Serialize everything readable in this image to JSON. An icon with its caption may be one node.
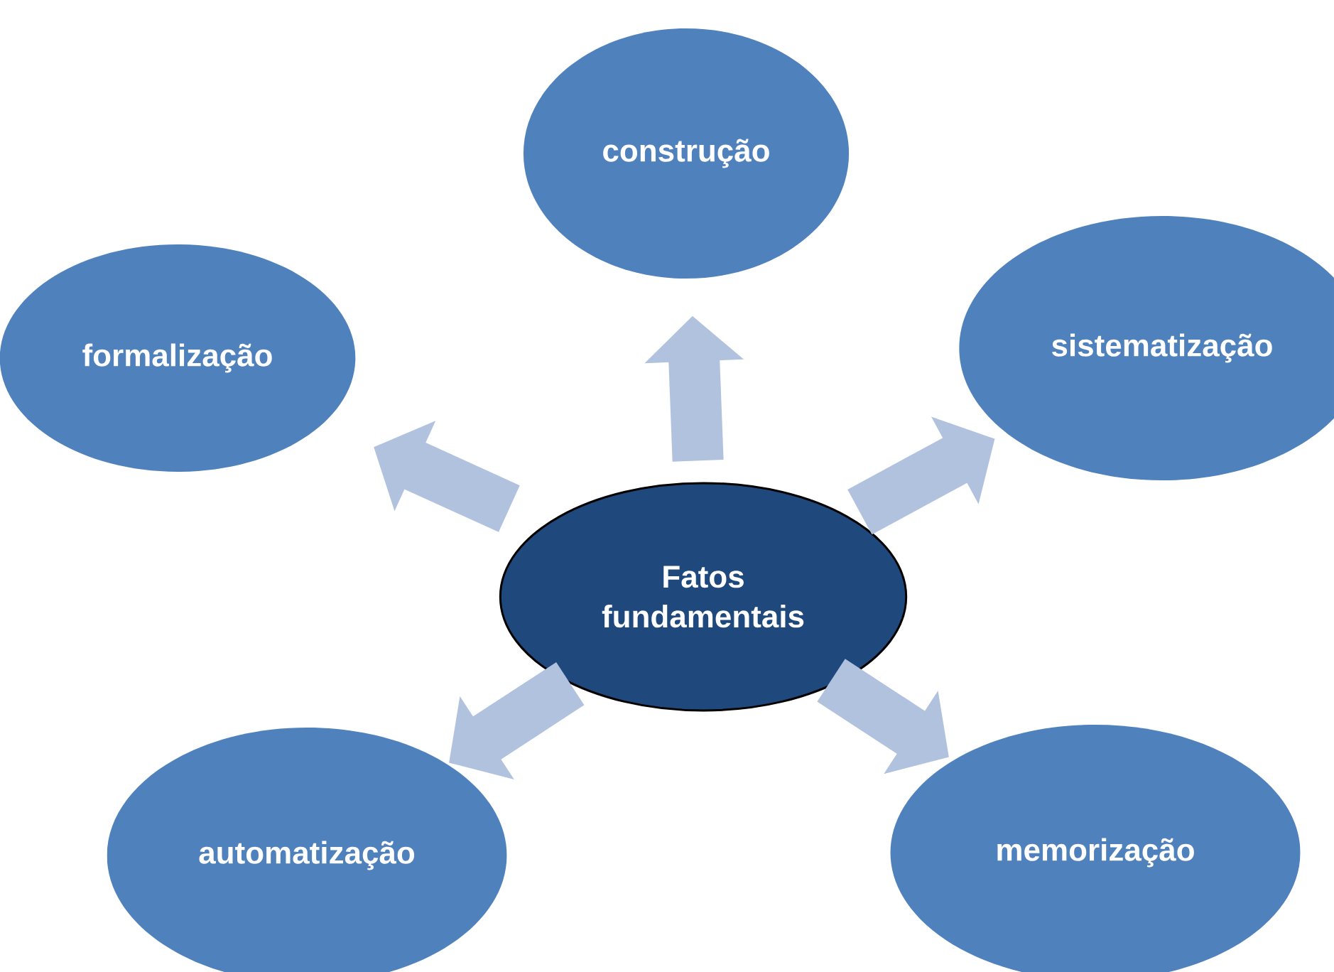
{
  "diagram": {
    "nodes": [
      {
        "text": [
          "Fatos fundamentais"
        ]
      },
      {
        "text": [
          "construção"
        ]
      },
      {
        "text": [
          "formalização"
        ]
      },
      {
        "text": [
          "sistematização"
        ]
      },
      {
        "text": [
          "automatização"
        ]
      },
      {
        "text": [
          "memorização"
        ]
      }
    ],
    "edges": [
      {
        "from": 0,
        "to": 1,
        "arrow": "to"
      },
      {
        "from": 0,
        "to": 2,
        "arrow": "to"
      },
      {
        "from": 0,
        "to": 3,
        "arrow": "to"
      },
      {
        "from": 0,
        "to": 4,
        "arrow": "to"
      },
      {
        "from": 0,
        "to": 5,
        "arrow": "to"
      }
    ]
  }
}
